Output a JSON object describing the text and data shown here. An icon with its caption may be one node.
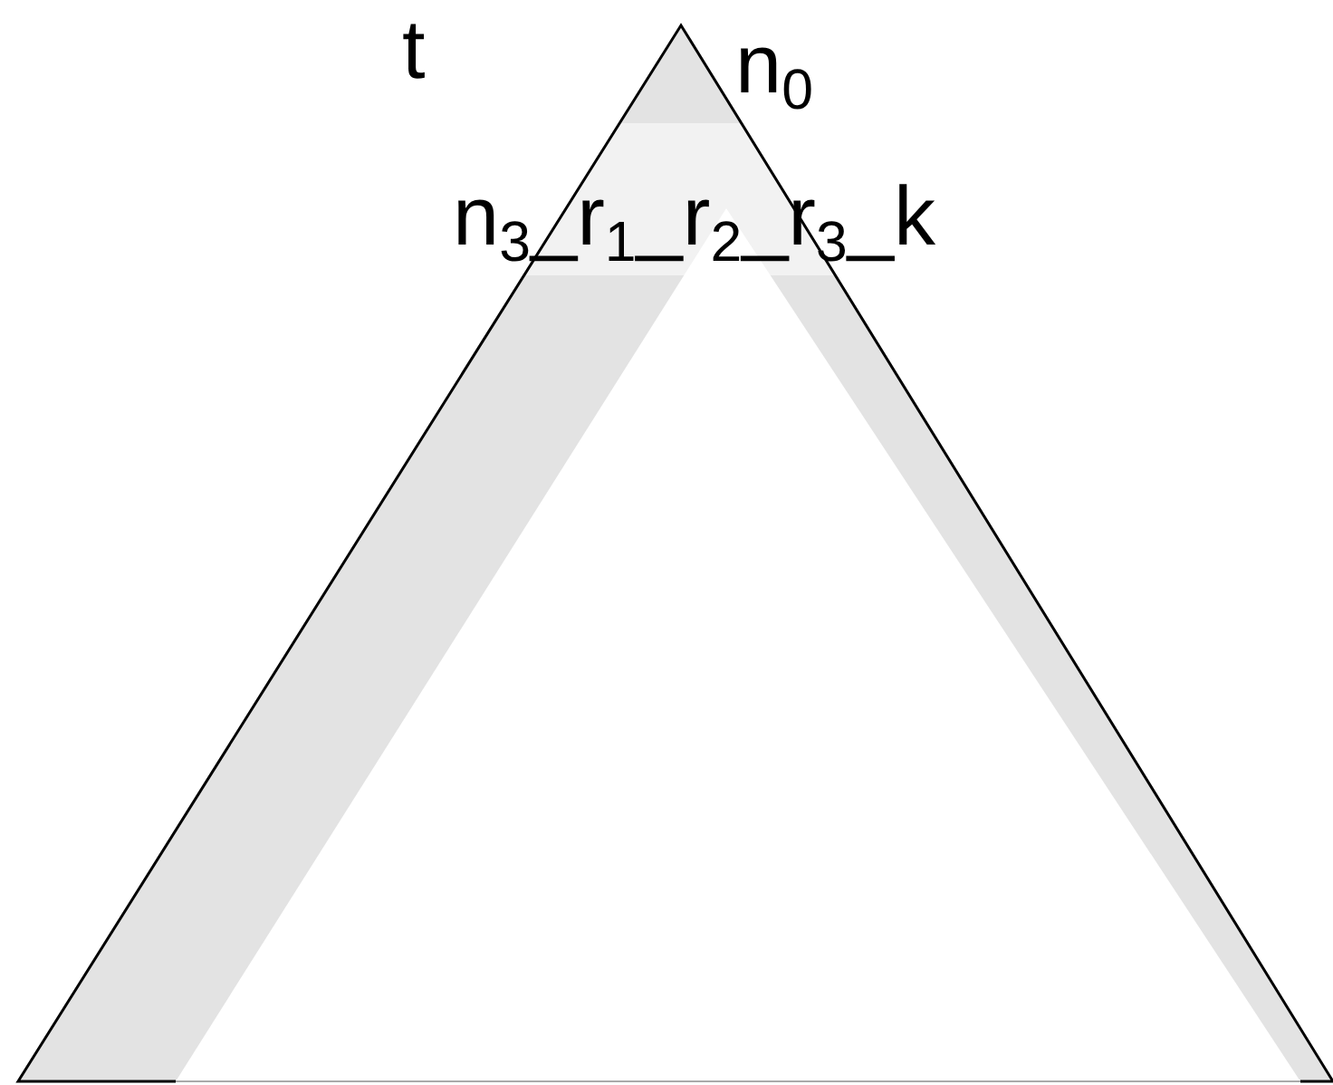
{
  "diagram": {
    "labels": [
      "t",
      "n$_{0}$",
      "n$_{3}$_r$_{1}$_r$_{2}$_r$_{3}$_k"
    ]
  }
}
